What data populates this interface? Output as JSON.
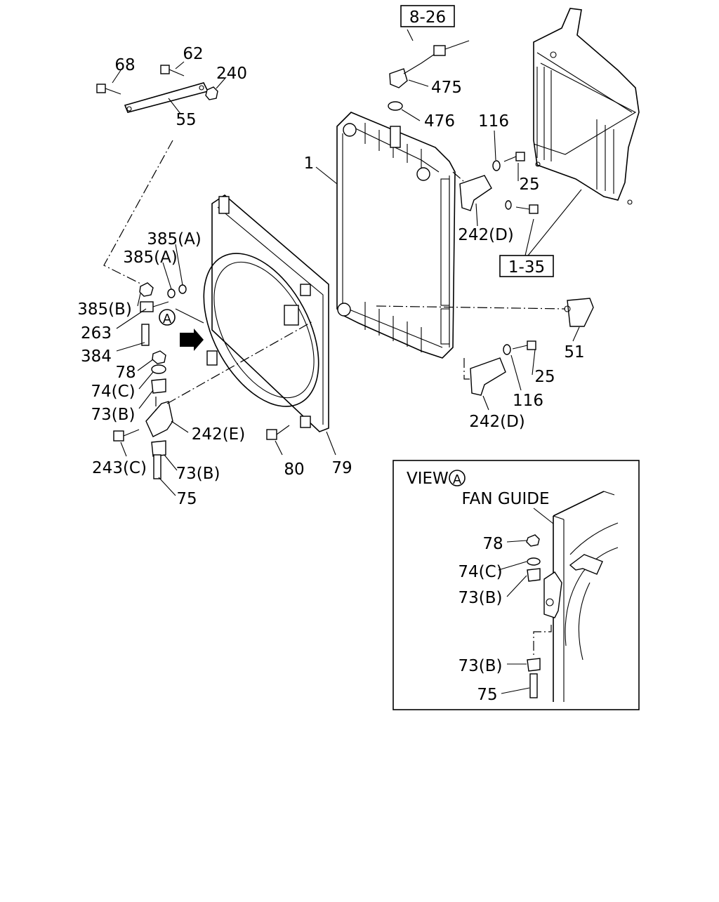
{
  "diagram": {
    "refs": [
      "8-26",
      "1-35"
    ],
    "callouts": [
      "68",
      "62",
      "240",
      "55",
      "475",
      "476",
      "116",
      "25",
      "1",
      "242(D)",
      "385(A)",
      "385(A)",
      "385(B)",
      "263",
      "384",
      "78",
      "74(C)",
      "73(B)",
      "242(E)",
      "243(C)",
      "73(B)",
      "75",
      "80",
      "79",
      "51",
      "25",
      "116",
      "242(D)"
    ],
    "view_marker": "A",
    "view_detail": {
      "title": "VIEW",
      "marker": "A",
      "label": "FAN GUIDE",
      "callouts": [
        "78",
        "74(C)",
        "73(B)",
        "73(B)",
        "75"
      ]
    }
  }
}
